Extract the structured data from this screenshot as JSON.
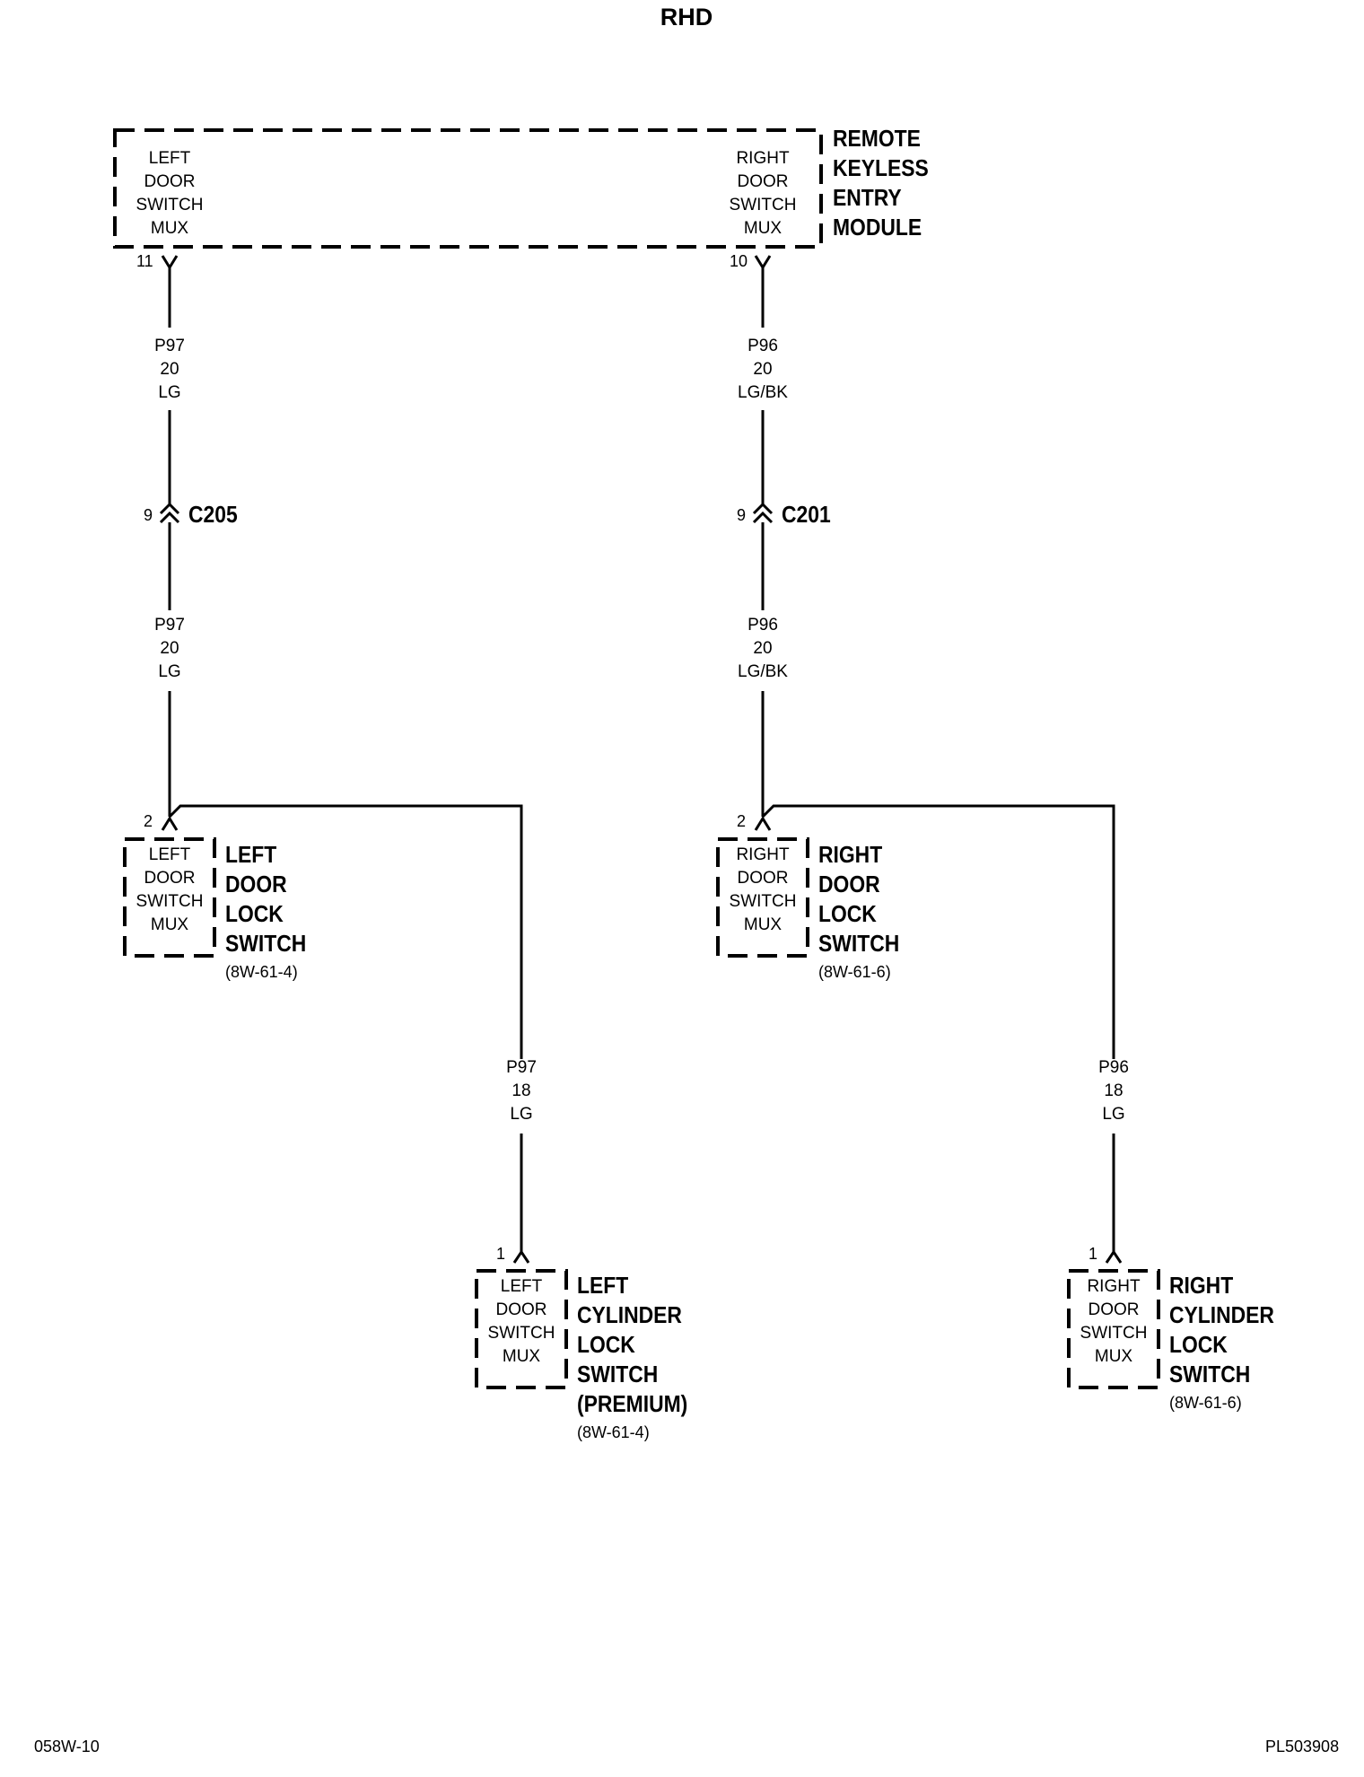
{
  "title": "RHD",
  "rke_module": {
    "name_lines": [
      "REMOTE",
      "KEYLESS",
      "ENTRY",
      "MODULE"
    ],
    "left_lines": [
      "LEFT",
      "DOOR",
      "SWITCH",
      "MUX"
    ],
    "right_lines": [
      "RIGHT",
      "DOOR",
      "SWITCH",
      "MUX"
    ],
    "left_pin": "11",
    "right_pin": "10"
  },
  "wires": {
    "left_upper": [
      "P97",
      "20",
      "LG"
    ],
    "left_lower": [
      "P97",
      "20",
      "LG"
    ],
    "right_upper": [
      "P96",
      "20",
      "LG/BK"
    ],
    "right_lower": [
      "P96",
      "20",
      "LG/BK"
    ],
    "left_branch": [
      "P97",
      "18",
      "LG"
    ],
    "right_branch": [
      "P96",
      "18",
      "LG"
    ]
  },
  "connectors": {
    "left": {
      "pin": "9",
      "name": "C205"
    },
    "right": {
      "pin": "9",
      "name": "C201"
    }
  },
  "components": {
    "left_door_lock": {
      "pin": "2",
      "box_lines": [
        "LEFT",
        "DOOR",
        "SWITCH",
        "MUX"
      ],
      "name_lines": [
        "LEFT",
        "DOOR",
        "LOCK",
        "SWITCH"
      ],
      "ref": "(8W-61-4)"
    },
    "right_door_lock": {
      "pin": "2",
      "box_lines": [
        "RIGHT",
        "DOOR",
        "SWITCH",
        "MUX"
      ],
      "name_lines": [
        "RIGHT",
        "DOOR",
        "LOCK",
        "SWITCH"
      ],
      "ref": "(8W-61-6)"
    },
    "left_cylinder_lock": {
      "pin": "1",
      "box_lines": [
        "LEFT",
        "DOOR",
        "SWITCH",
        "MUX"
      ],
      "name_lines": [
        "LEFT",
        "CYLINDER",
        "LOCK",
        "SWITCH",
        "(PREMIUM)"
      ],
      "ref": "(8W-61-4)"
    },
    "right_cylinder_lock": {
      "pin": "1",
      "box_lines": [
        "RIGHT",
        "DOOR",
        "SWITCH",
        "MUX"
      ],
      "name_lines": [
        "RIGHT",
        "CYLINDER",
        "LOCK",
        "SWITCH"
      ],
      "ref": "(8W-61-6)"
    }
  },
  "footer": {
    "left": "058W-10",
    "right": "PL503908"
  }
}
